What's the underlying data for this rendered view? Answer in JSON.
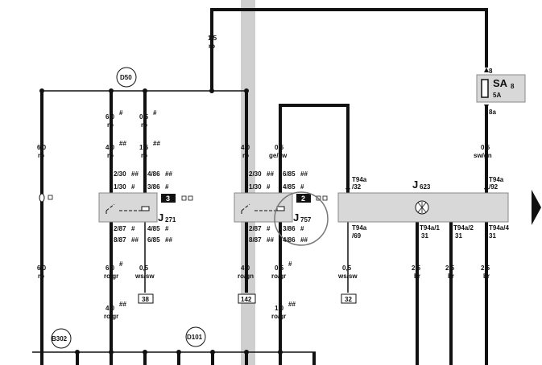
{
  "top_wire": {
    "size": "1,5",
    "color": "ro"
  },
  "nodes": {
    "d50": "D50",
    "d101": "D101",
    "b302": "B302"
  },
  "fuse": {
    "name": "SA",
    "sub": "8",
    "rating": "5A",
    "pin_top": "8",
    "pin_bottom": "8a"
  },
  "left_rail": {
    "top_size": "6,0",
    "top_color": "ro",
    "bottom_size": "6,0",
    "bottom_color": "ro"
  },
  "j271": {
    "letter": "J",
    "number": "271",
    "badge": "3",
    "top_wires": [
      {
        "size": "6,0",
        "color": "ro",
        "mark": "#"
      },
      {
        "size": "0,5",
        "color": "ro",
        "mark": "#"
      },
      {
        "size": "4,0",
        "color": "ro",
        "mark": "##"
      },
      {
        "size": "1,5",
        "color": "ro",
        "mark": "##"
      }
    ],
    "pins_top": [
      {
        "label": "2/30",
        "mark": "##"
      },
      {
        "label": "4/86",
        "mark": "##"
      },
      {
        "label": "1/30",
        "mark": "#"
      },
      {
        "label": "3/86",
        "mark": "#"
      }
    ],
    "pins_bottom": [
      {
        "label": "2/87",
        "mark": "#"
      },
      {
        "label": "4/85",
        "mark": "#"
      },
      {
        "label": "8/87",
        "mark": "##"
      },
      {
        "label": "6/85",
        "mark": "##"
      }
    ],
    "bottom_wires": [
      {
        "size": "6,0",
        "color": "ro/gr",
        "mark": "#"
      },
      {
        "size": "0,5",
        "color": "ws/sw",
        "mark": ""
      },
      {
        "size": "4,0",
        "color": "ro/gr",
        "mark": "##"
      }
    ],
    "ref": "38"
  },
  "j757": {
    "letter": "J",
    "number": "757",
    "badge": "2",
    "top_wires": [
      {
        "size": "4,0",
        "color": "ro",
        "mark": ""
      },
      {
        "size": "0,5",
        "color": "ge/sw",
        "mark": ""
      }
    ],
    "pins_top": [
      {
        "label": "2/30",
        "mark": "##"
      },
      {
        "label": "6/85",
        "mark": "##"
      },
      {
        "label": "1/30",
        "mark": "#"
      },
      {
        "label": "4/85",
        "mark": "#"
      }
    ],
    "pins_bottom": [
      {
        "label": "2/87",
        "mark": "#"
      },
      {
        "label": "3/86",
        "mark": "#"
      },
      {
        "label": "8/87",
        "mark": "##"
      },
      {
        "label": "4/86",
        "mark": "##"
      }
    ],
    "bottom_wires": [
      {
        "size": "4,0",
        "color": "ro/gn",
        "mark": ""
      },
      {
        "size": "0,5",
        "color": "ro/gr",
        "mark": "#"
      },
      {
        "size": "1,0",
        "color": "ro/gr",
        "mark": "##"
      }
    ],
    "ref": "142"
  },
  "j623": {
    "letter": "J",
    "number": "623",
    "pins_top": [
      {
        "connector": "T94a",
        "pin": "/32"
      },
      {
        "connector": "T94a",
        "pin": "/92"
      }
    ],
    "pins_bottom": [
      {
        "connector": "T94a",
        "pin": "/69"
      },
      {
        "connector": "T94a/1",
        "pin": "31"
      },
      {
        "connector": "T94a/2",
        "pin": "31"
      },
      {
        "connector": "T94a/4",
        "pin": "31"
      }
    ],
    "wire_in": {
      "size": "0,5",
      "color": "sw/gn"
    },
    "wire_out": {
      "size": "0,5",
      "color": "ws/sw"
    },
    "ref": "32",
    "ground_wires": [
      {
        "size": "2,5",
        "color": "br"
      },
      {
        "size": "2,5",
        "color": "br"
      },
      {
        "size": "2,5",
        "color": "br"
      }
    ]
  }
}
